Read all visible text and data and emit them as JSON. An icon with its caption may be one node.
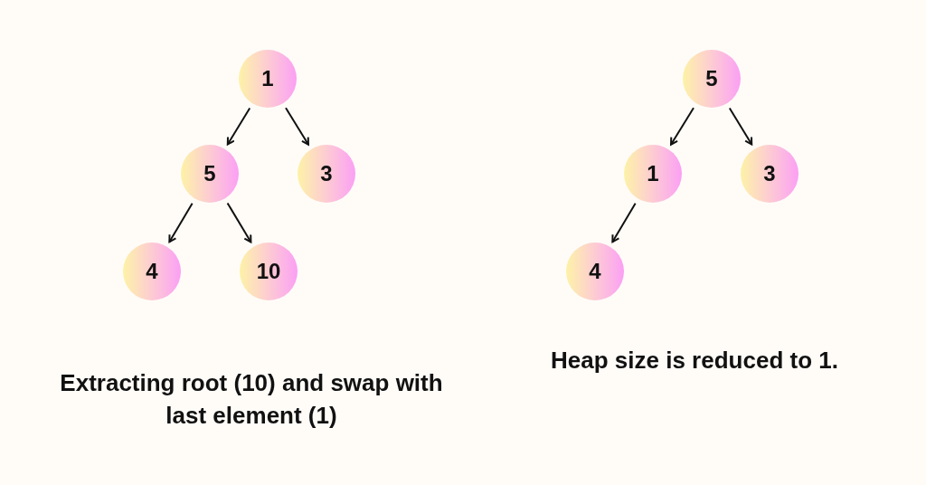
{
  "diagram": {
    "nodes": [
      {
        "text": [
          "1"
        ]
      },
      {
        "text": [
          "5"
        ]
      },
      {
        "text": [
          "3"
        ]
      },
      {
        "text": [
          "4"
        ]
      },
      {
        "text": [
          "10"
        ]
      },
      {
        "text": [
          "5"
        ]
      },
      {
        "text": [
          "1"
        ]
      },
      {
        "text": [
          "3"
        ]
      },
      {
        "text": [
          "4"
        ]
      }
    ],
    "edges": [
      {
        "from": 0,
        "to": 1,
        "arrow": "to"
      },
      {
        "from": 0,
        "to": 2,
        "arrow": "to"
      },
      {
        "from": 1,
        "to": 3,
        "arrow": "to"
      },
      {
        "from": 1,
        "to": 4,
        "arrow": "to"
      },
      {
        "from": 5,
        "to": 6,
        "arrow": "to"
      },
      {
        "from": 5,
        "to": 7,
        "arrow": "to"
      },
      {
        "from": 6,
        "to": 8,
        "arrow": "to"
      }
    ],
    "labels": [
      "Extracting root (10) and swap with last element (1)",
      "Heap size is reduced to 1."
    ]
  }
}
